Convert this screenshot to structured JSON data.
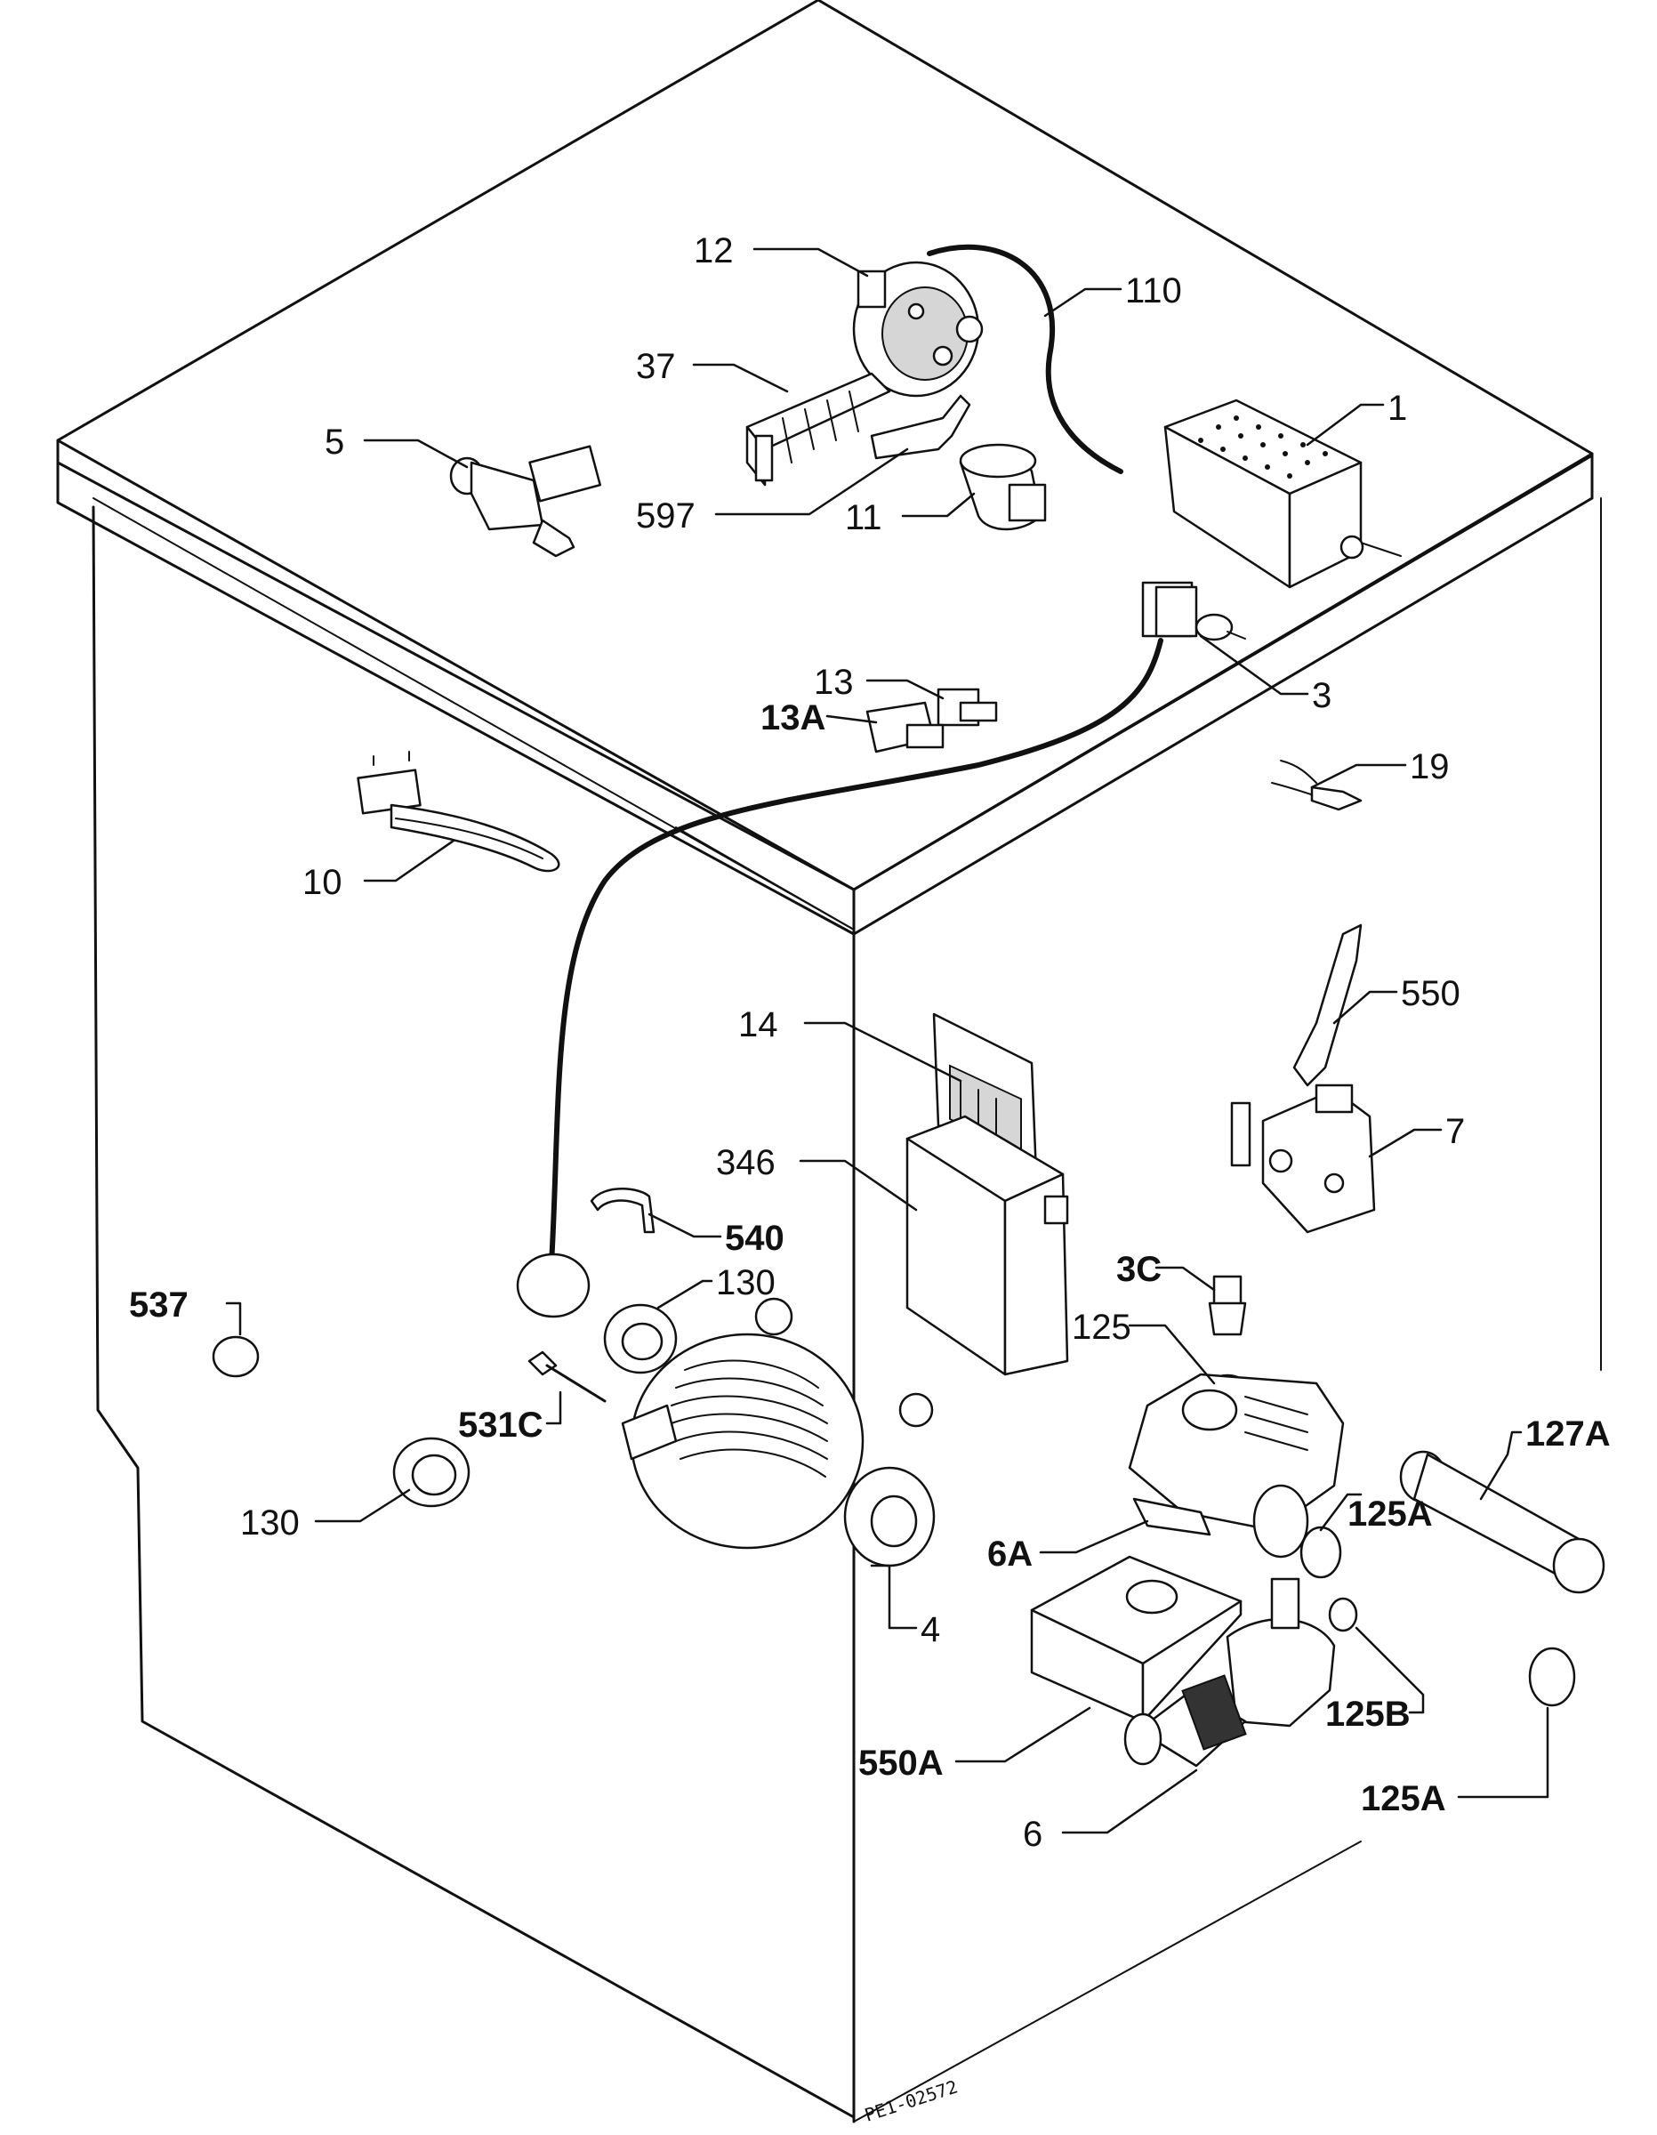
{
  "callouts": [
    {
      "id": "1",
      "text": "1"
    },
    {
      "id": "3",
      "text": "3"
    },
    {
      "id": "3C",
      "text": "3C"
    },
    {
      "id": "4",
      "text": "4"
    },
    {
      "id": "5",
      "text": "5"
    },
    {
      "id": "6",
      "text": "6"
    },
    {
      "id": "6A",
      "text": "6A"
    },
    {
      "id": "7",
      "text": "7"
    },
    {
      "id": "10",
      "text": "10"
    },
    {
      "id": "11",
      "text": "11"
    },
    {
      "id": "12",
      "text": "12"
    },
    {
      "id": "13",
      "text": "13"
    },
    {
      "id": "13A",
      "text": "13A"
    },
    {
      "id": "14",
      "text": "14"
    },
    {
      "id": "19",
      "text": "19"
    },
    {
      "id": "37",
      "text": "37"
    },
    {
      "id": "110",
      "text": "110"
    },
    {
      "id": "125",
      "text": "125"
    },
    {
      "id": "125A_1",
      "text": "125A"
    },
    {
      "id": "125A_2",
      "text": "125A"
    },
    {
      "id": "125B",
      "text": "125B"
    },
    {
      "id": "127A",
      "text": "127A"
    },
    {
      "id": "130_1",
      "text": "130"
    },
    {
      "id": "130_2",
      "text": "130"
    },
    {
      "id": "346",
      "text": "346"
    },
    {
      "id": "531C",
      "text": "531C"
    },
    {
      "id": "537",
      "text": "537"
    },
    {
      "id": "540",
      "text": "540"
    },
    {
      "id": "550",
      "text": "550"
    },
    {
      "id": "550A",
      "text": "550A"
    },
    {
      "id": "597",
      "text": "597"
    }
  ],
  "drawing_ref": "PE1-02572"
}
